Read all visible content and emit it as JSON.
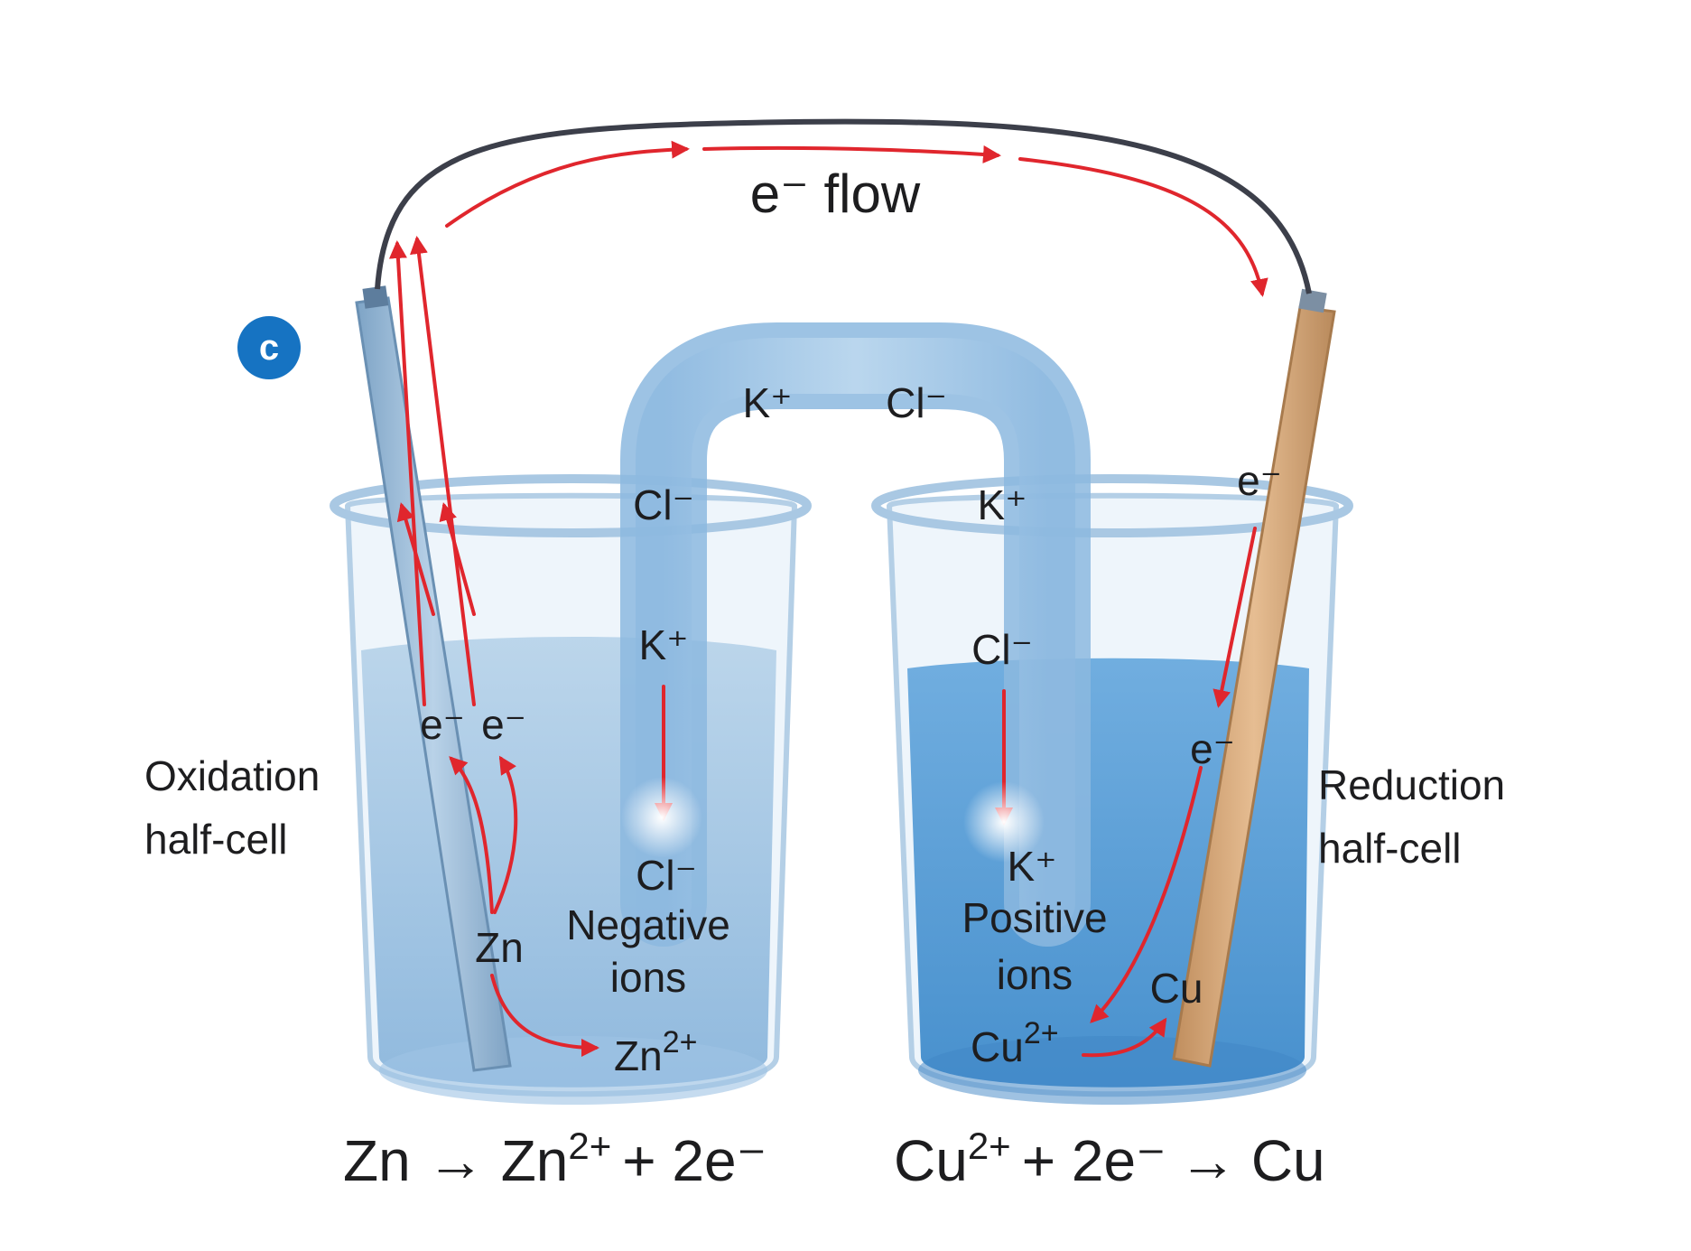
{
  "panel_badge": "c",
  "wire": {
    "label": "e⁻ flow"
  },
  "salt_bridge": {
    "top_left_ion": "K⁺",
    "top_right_ion": "Cl⁻",
    "left_arm_top_ion": "Cl⁻",
    "left_arm_mid_ion": "K⁺",
    "right_arm_top_ion": "K⁺",
    "right_arm_mid_ion": "Cl⁻"
  },
  "left_cell": {
    "side_label_line1": "Oxidation",
    "side_label_line2": "half-cell",
    "electrode": "Zn",
    "electron_1": "e⁻",
    "electron_2": "e⁻",
    "product_base": "Zn",
    "product_charge": "2+",
    "ion_delivered": "Cl⁻",
    "ion_caption_line1": "Negative",
    "ion_caption_line2": "ions",
    "equation": {
      "reactant": "Zn",
      "arrow": "→",
      "product_base": "Zn",
      "product_charge": "2+",
      "rest": "+ 2e⁻"
    }
  },
  "right_cell": {
    "side_label_line1": "Reduction",
    "side_label_line2": "half-cell",
    "electrode": "Cu",
    "electron_top": "e⁻",
    "electron_mid": "e⁻",
    "reactant_base": "Cu",
    "reactant_charge": "2+",
    "ion_delivered": "K⁺",
    "ion_caption_line1": "Positive",
    "ion_caption_line2": "ions",
    "equation": {
      "reactant_base": "Cu",
      "reactant_charge": "2+",
      "middle": "+ 2e⁻",
      "arrow": "→",
      "product": "Cu"
    }
  },
  "colors": {
    "arrow_red": "#e0262d",
    "solution_left": "#8fb9dd",
    "solution_right": "#4f98d2",
    "glass": "#d7e8f4",
    "salt_bridge": "#9dc4e6",
    "copper": "#d6a676",
    "wire": "#3c3f4a",
    "badge": "#1673c2"
  }
}
